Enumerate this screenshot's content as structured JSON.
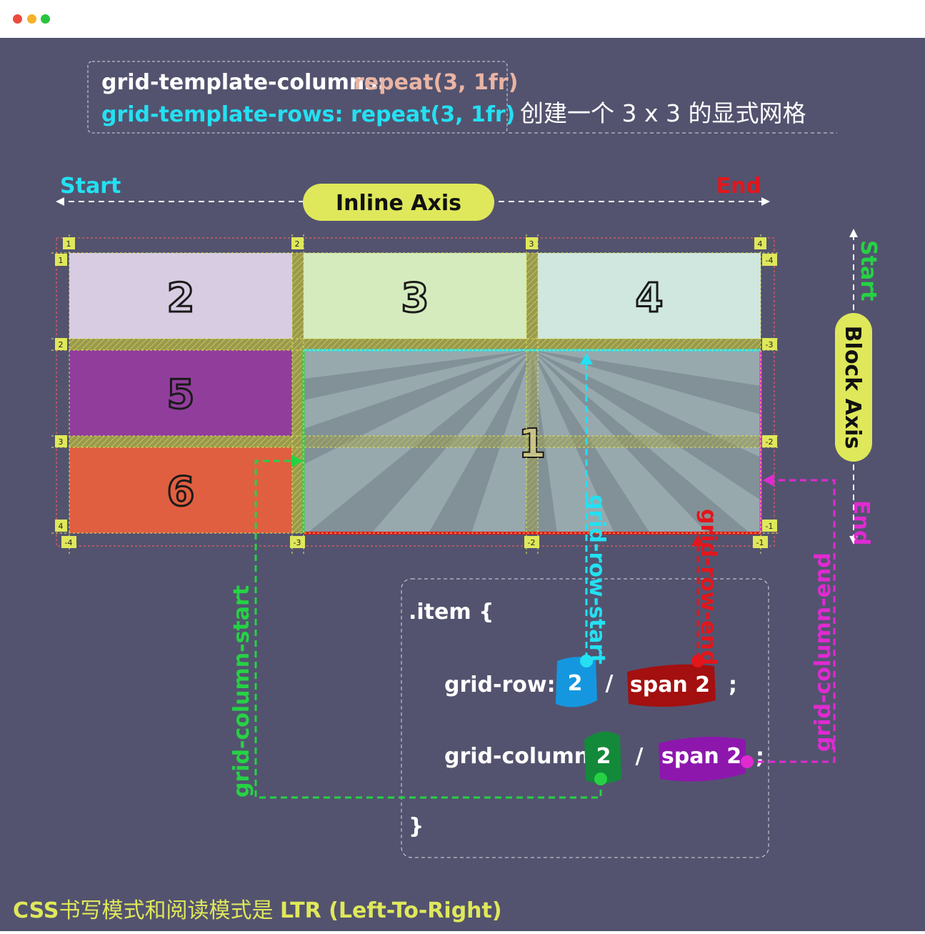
{
  "window": {
    "controls": [
      {
        "name": "close",
        "color": "#ed4a3b"
      },
      {
        "name": "minimize",
        "color": "#f5b22b"
      },
      {
        "name": "zoom",
        "color": "#2ac33f"
      }
    ]
  },
  "header": {
    "columns_prop": "grid-template-columns:",
    "columns_val": "repeat(3,  1fr)",
    "rows_line": "grid-template-rows: repeat(3, 1fr)",
    "caption": "创建一个 3 x 3 的显式网格"
  },
  "inline_axis": {
    "label": "Inline Axis",
    "start": "Start",
    "end": "End"
  },
  "block_axis": {
    "label": "Block  Axis",
    "start": "Start",
    "end": "End"
  },
  "grid": {
    "col_lines": [
      "1",
      "2",
      "3",
      "4"
    ],
    "col_lines_neg": [
      "-4",
      "-3",
      "-2",
      "-1"
    ],
    "row_lines": [
      "1",
      "2",
      "3",
      "4"
    ],
    "row_lines_neg": [
      "-4",
      "-3",
      "-2",
      "-1"
    ],
    "items": [
      {
        "num": "1"
      },
      {
        "num": "2"
      },
      {
        "num": "3"
      },
      {
        "num": "4"
      },
      {
        "num": "5"
      },
      {
        "num": "6"
      }
    ]
  },
  "code": {
    "selector": ".item {",
    "close": "}",
    "row_prop": "grid-row:",
    "row_start": "2",
    "row_slash": "/",
    "row_span": "span  2",
    "row_semi": ";",
    "col_prop": "grid-column:",
    "col_start": "2",
    "col_slash": "/",
    "col_span": "span  2",
    "col_semi": ";"
  },
  "arrows": {
    "row_start": "grid-row-start",
    "row_end": "grid-row-end",
    "col_start": "grid-column-start",
    "col_end": "grid-column-end"
  },
  "footer": {
    "prefix": "CSS",
    "middle": "书写模式和阅读模式是 ",
    "suffix": "LTR (Left-To-Right)"
  },
  "colors": {
    "background": "#53536f",
    "accent_yellow": "#dfe85a",
    "cyan": "#24e0f2",
    "red": "#e2161b",
    "green": "#26d244",
    "magenta": "#e02ad2",
    "item2": "#d8cce2",
    "item3": "#d5ebbd",
    "item4": "#cfe7df",
    "item5": "#913d9c",
    "item6": "#e05f40",
    "item1": "#97a9ad"
  }
}
